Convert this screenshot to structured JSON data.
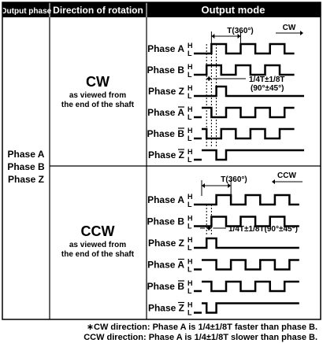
{
  "header": {
    "output_phase": "Output phase",
    "direction": "Direction of rotation",
    "output_mode": "Output mode"
  },
  "left_label": [
    "Phase A",
    "Phase B",
    "Phase Z"
  ],
  "level_high": "H",
  "level_low": "L",
  "sections": [
    {
      "key": "cw",
      "title": "CW",
      "subtitle": [
        "as viewed from",
        "the end of the shaft"
      ],
      "arrow_label": "CW",
      "period_label": "T(360°)",
      "phase_diff_label": [
        "1/4T±1/8T",
        "(90°±45°)"
      ],
      "rows": [
        {
          "prefix": "Phase ",
          "letter": "A",
          "bar": false,
          "waveform": "2,3,3,3,3,3,2"
        },
        {
          "prefix": "Phase ",
          "letter": "B",
          "bar": false,
          "waveform": "1,3,3,3,3,3,3"
        },
        {
          "prefix": "Phase ",
          "letter": "Z",
          "bar": false,
          "waveform": "3,2,16"
        },
        {
          "prefix": "Phase ",
          "letter": "A",
          "bar": true,
          "waveform": "2,3,3,3,3,3,2"
        },
        {
          "prefix": "Phase ",
          "letter": "B",
          "bar": true,
          "waveform": "1,3,3,3,3,3,3"
        },
        {
          "prefix": "Phase ",
          "letter": "Z",
          "bar": true,
          "waveform": "3,2,16"
        }
      ]
    },
    {
      "key": "ccw",
      "title": "CCW",
      "subtitle": [
        "as viewed from",
        "the end of the shaft"
      ],
      "arrow_label": "CCW",
      "period_label": "T(360°)",
      "phase_diff_label": [
        "1/4T±1/8T(90°±45°)"
      ],
      "rows": [
        {
          "prefix": "Phase ",
          "letter": "A",
          "bar": false,
          "waveform": "3,3,3,3,3,3,2"
        },
        {
          "prefix": "Phase ",
          "letter": "B",
          "bar": false,
          "waveform": "2,3,3,3,3,3,3"
        },
        {
          "prefix": "Phase ",
          "letter": "Z",
          "bar": false,
          "waveform": "1,2,17"
        },
        {
          "prefix": "Phase ",
          "letter": "A",
          "bar": true,
          "waveform": "3,3,3,3,3,3,2"
        },
        {
          "prefix": "Phase ",
          "letter": "B",
          "bar": true,
          "waveform": "2,3,3,3,3,3,3"
        },
        {
          "prefix": "Phase ",
          "letter": "Z",
          "bar": true,
          "waveform": "1,2,17"
        }
      ]
    }
  ],
  "footnote": [
    "∗CW direction: Phase A is 1/4±1/8T faster than phase B.",
    "CCW direction: Phase A is 1/4±1/8T slower than phase B."
  ],
  "colors": {
    "header_bg": "#000000",
    "header_text": "#ffffff",
    "line": "#000000"
  }
}
